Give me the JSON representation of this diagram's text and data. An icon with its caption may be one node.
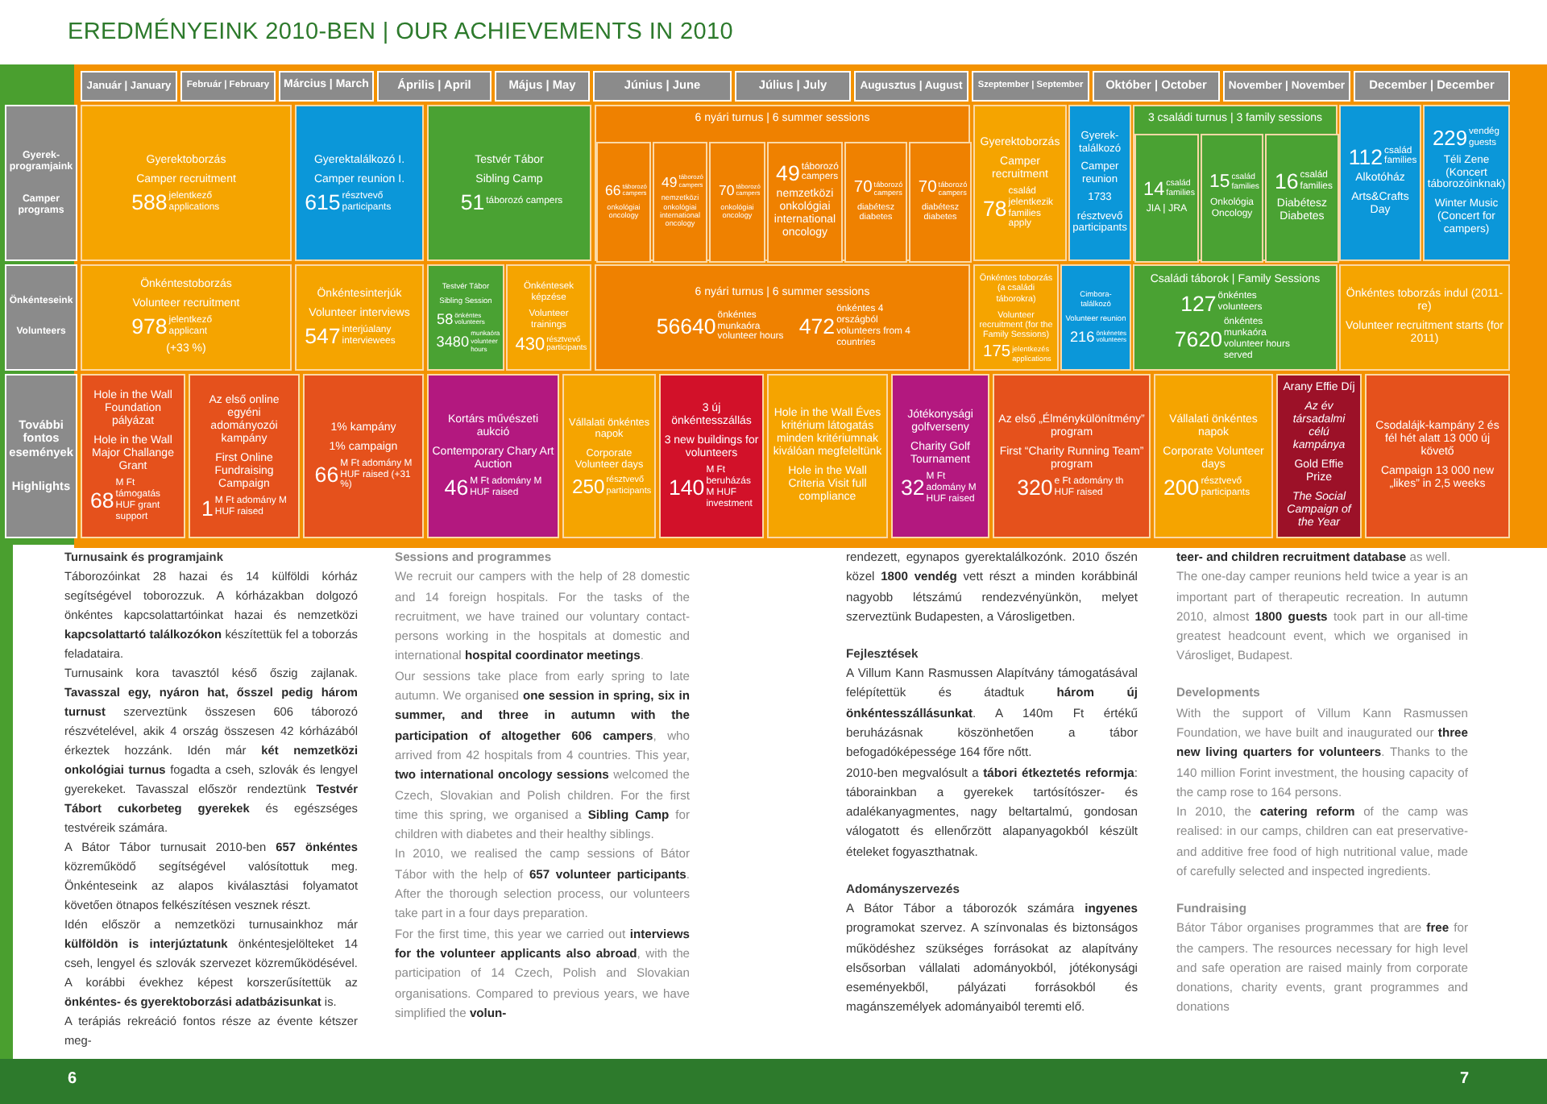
{
  "diagram": {
    "title": "EREDMÉNYEINK 2010-BEN | OUR ACHIEVEMENTS IN 2010",
    "nodes": [
      {
        "text": [
          "Január | January"
        ]
      },
      {
        "text": [
          "Február | February"
        ]
      },
      {
        "text": [
          "Március | March"
        ]
      },
      {
        "text": [
          "Április | April"
        ]
      },
      {
        "text": [
          "Május | May"
        ]
      },
      {
        "text": [
          "Június | June"
        ]
      },
      {
        "text": [
          "Július | July"
        ]
      },
      {
        "text": [
          "Augusztus | August"
        ]
      },
      {
        "text": [
          "Szeptember | September"
        ]
      },
      {
        "text": [
          "Október | October"
        ]
      },
      {
        "text": [
          "November | November"
        ]
      },
      {
        "text": [
          "December | December"
        ]
      },
      {
        "text": [
          "Gyerek-programjaink",
          "Camper programs"
        ]
      },
      {
        "text": [
          "Gyerektoborzás",
          "Camper recruitment",
          "588",
          "jelentkező applications"
        ]
      },
      {
        "text": [
          "Gyerektalálkozó I.",
          "Camper reunion I.",
          "615",
          "résztvevő participants"
        ]
      },
      {
        "text": [
          "Testvér Tábor",
          "Sibling Camp",
          "51",
          "táborozó campers"
        ]
      },
      {
        "text": [
          "6 nyári turnus | 6 summer sessions"
        ]
      },
      {
        "text": [
          "66",
          "táborozó campers",
          "onkológiai oncology"
        ],
        "in": 16
      },
      {
        "text": [
          "49",
          "táborozó campers",
          "nemzetközi onkológiai international oncology"
        ],
        "in": 16
      },
      {
        "text": [
          "70",
          "táborozó campers",
          "onkológiai oncology"
        ],
        "in": 16
      },
      {
        "text": [
          "49",
          "táborozó campers",
          "nemzetközi onkológiai international oncology"
        ],
        "in": 16
      },
      {
        "text": [
          "70",
          "táborozó campers",
          "diabétesz diabetes"
        ],
        "in": 16
      },
      {
        "text": [
          "70",
          "táborozó campers",
          "diabétesz diabetes"
        ],
        "in": 16
      },
      {
        "text": [
          "Gyerektoborzás",
          "Camper recruitment",
          "78",
          "család jelentkezik families apply"
        ]
      },
      {
        "text": [
          "Gyerek-találkozó",
          "Camper reunion",
          "1733",
          "résztvevő participants"
        ]
      },
      {
        "text": [
          "3 családi turnus | 3 family sessions"
        ]
      },
      {
        "text": [
          "14",
          "család families",
          "JIA | JRA"
        ],
        "in": 25
      },
      {
        "text": [
          "15",
          "család families",
          "Onkológia Oncology"
        ],
        "in": 25
      },
      {
        "text": [
          "16",
          "család families",
          "Diabétesz Diabetes"
        ],
        "in": 25
      },
      {
        "text": [
          "112",
          "család families",
          "Alkotóház",
          "Arts&Crafts Day"
        ]
      },
      {
        "text": [
          "229",
          "vendég guests",
          "Téli Zene (Koncert táborozóinknak)",
          "Winter Music (Concert for campers)"
        ]
      },
      {
        "text": [
          "Önkénteseink",
          "Volunteers"
        ]
      },
      {
        "text": [
          "Önkéntestoborzás",
          "Volunteer recruitment",
          "978",
          "jelentkező applicant",
          "(+33 %)"
        ]
      },
      {
        "text": [
          "Önkéntesinterjúk",
          "Volunteer interviews",
          "547",
          "interjúalany interviewees"
        ]
      },
      {
        "text": [
          "Testvér Tábor",
          "Sibling Session",
          "58",
          "önkéntes volunteers",
          "3480",
          "munkaóra volunteer hours"
        ]
      },
      {
        "text": [
          "Önkéntesek képzése",
          "Volunteer trainings",
          "430",
          "résztvevő participants"
        ]
      },
      {
        "text": [
          "6 nyári turnus | 6 summer sessions",
          "56640",
          "önkéntes munkaóra volunteer hours",
          "472",
          "önkéntes 4 országból volunteers from 4 countries"
        ]
      },
      {
        "text": [
          "Önkéntes toborzás (a családi táborokra)",
          "Volunteer recruitment (for the Family Sessions)",
          "175",
          "jelentkezés applications"
        ]
      },
      {
        "text": [
          "Cimbora-találkozó",
          "Volunteer reunion",
          "216",
          "önkénetes volunteers"
        ]
      },
      {
        "text": [
          "Családi táborok | Family Sessions",
          "127",
          "önkéntes volunteers",
          "7620",
          "önkéntes munkaóra volunteer hours served"
        ]
      },
      {
        "text": [
          "Önkéntes toborzás indul (2011-re)",
          "Volunteer recruitment starts (for 2011)"
        ]
      },
      {
        "text": [
          "További fontos események",
          "Highlights"
        ]
      },
      {
        "text": [
          "Hole in the Wall Foundation pályázat",
          "Hole in the Wall Major Challange Grant",
          "68",
          "M Ft támogatás HUF grant support"
        ]
      },
      {
        "text": [
          "Az első online egyéni adományozói kampány",
          "First Online Fundraising Campaign",
          "1",
          "M Ft adomány M HUF raised"
        ]
      },
      {
        "text": [
          "1% kampány",
          "1% campaign",
          "66",
          "M Ft adomány M HUF raised (+31 %)"
        ]
      },
      {
        "text": [
          "Kortárs művészeti aukció",
          "Contemporary Chary Art Auction",
          "46",
          "M Ft adomány M HUF raised"
        ]
      },
      {
        "text": [
          "Vállalati önkéntes napok",
          "Corporate Volunteer days",
          "250",
          "résztvevő participants"
        ]
      },
      {
        "text": [
          "3 új önkéntesszállás",
          "3 new buildings for volunteers",
          "140",
          "M Ft beruházás M HUF investment"
        ]
      },
      {
        "text": [
          "Hole in the Wall Éves kritérium látogatás minden kritériumnak kiválóan megfeleltünk",
          "Hole in the Wall Criteria Visit full compliance"
        ]
      },
      {
        "text": [
          "Jótékonysági golfverseny",
          "Charity Golf Tournament",
          "32",
          "M Ft adomány M HUF raised"
        ]
      },
      {
        "text": [
          "Az első „Élménykülönítmény” program",
          "First “Charity Running Team” program",
          "320",
          "e Ft adomány th HUF raised"
        ]
      },
      {
        "text": [
          "Vállalati önkéntes napok",
          "Corporate Volunteer days",
          "200",
          "résztvevő participants"
        ]
      },
      {
        "text": [
          "Arany Effie Díj",
          "Az év társadalmi célú kampánya",
          "Gold Effie Prize",
          "The Social Campaign of the Year"
        ]
      },
      {
        "text": [
          "Csodalájk-kampány 2 és fél hét alatt 13 000 új követő",
          "Campaign 13 000 new „likes” in 2,5 weeks"
        ]
      }
    ],
    "labels": [
      "Turnusaink és programjaink",
      "Táborozóinkat 28 hazai és 14 külföldi kórház segítségével toborozzuk. A kórházakban dolgozó önkéntes kapcsolattartóinkat hazai és nemzetközi **kapcsolattartó találkozókon** készítettük fel a toborzás feladataira.",
      "Turnusaink kora tavasztól késő őszig zajlanak. **Tavasszal egy, nyáron hat, ősszel pedig három turnust** szerveztünk összesen 606 táborozó részvételével, akik 4 ország összesen 42 kórházából érkeztek hozzánk. Idén már **két nemzetközi onkológiai turnus** fogadta a cseh, szlovák és lengyel gyerekeket. Tavasszal először rendeztünk **Testvér Tábort cukorbeteg gyerekek** és egészséges testvéreik számára.",
      "A Bátor Tábor turnusait 2010-ben **657 önkéntes** közreműködő segítségével valósítottuk meg. Önkénteseink az alapos kiválasztási folyamatot követően ötnapos felkészítésen vesznek részt.",
      "Idén először a nemzetközi turnusainkhoz már **külföldön is interjúztatunk** önkéntesjelölteket 14 cseh, lengyel és szlovák szervezet közreműködésével. A korábbi évekhez képest korszerűsítettük az **önkéntes- és gyerektoborzási adatbázisunkat** is.",
      "A terápiás rekreáció fontos része az évente kétszer meg-",
      "Sessions and programmes",
      "We recruit our campers with the help of 28 domestic and 14 foreign hospitals. For the tasks of the recruitment, we have trained our voluntary contact-persons working in the hospitals at domestic and international **hospital coordinator meetings**.",
      "Our sessions take place from early spring to late autumn. We organised **one session in spring, six in summer, and three in autumn with the participation of altogether 606 campers**, who arrived from 42 hospitals from 4 countries. This year, **two international oncology sessions** welcomed the Czech, Slovakian and Polish children. For the first time this spring, we organised a **Sibling Camp** for children with diabetes and their healthy siblings.",
      "In 2010, we realised the camp sessions of Bátor Tábor with the help of **657 volunteer participants**. After the thorough selection process, our volunteers take part in a four days preparation.",
      "For the first time, this year we carried out **interviews for the volunteer applicants also abroad**, with the participation of 14 Czech, Polish and Slovakian organisations. Compared to previous years, we have simplified the **volun-**",
      "rendezett, egynapos gyerektalálkozónk. 2010 őszén közel **1800 vendég** vett részt a minden korábbinál nagyobb létszámú rendezvényünkön, melyet szerveztünk Budapesten, a Városligetben.",
      "Fejlesztések",
      "A Villum Kann Rasmussen Alapítvány támogatásával felépítettük és átadtuk **három új önkéntesszállásunkat**. A 140m Ft értékű beruházásnak köszönhetően a tábor befogadóképessége 164 főre nőtt.",
      "2010-ben megvalósult a **tábori étkeztetés reformja**: táborainkban a gyerekek tartósítószer- és adalékanyagmentes, nagy beltartalmú, gondosan válogatott és ellenőrzött alapanyagokból készült ételeket fogyaszthatnak.",
      "Adományszervezés",
      "A Bátor Tábor a táborozók számára **ingyenes** programokat szervez. A színvonalas és biztonságos működéshez szükséges forrásokat az alapítvány elsősorban vállalati adományokból, jótékonysági eseményekből, pályázati forrásokból és magánszemélyek adományaiból teremti elő.",
      "**teer- and children recruitment database** as well.",
      "The one-day camper reunions held twice a year is an important part of therapeutic recreation. In autumn 2010, almost **1800 guests** took part in our all-time greatest headcount event, which we organised in Városliget, Budapest.",
      "Developments",
      "With the support of Villum Kann Rasmussen Foundation, we have built and inaugurated our **three new living quarters for volunteers**. Thanks to the 140 million Forint investment, the housing capacity of the camp rose to 164 persons.",
      "In 2010, the **catering reform** of the camp was realised: in our camps, children can eat preservative- and additive free food of high nutritional value, made of carefully selected and inspected ingredients.",
      "Fundraising",
      "Bátor Tábor organises programmes that are **free** for the campers. The resources necessary for high level and safe operation are raised mainly from corporate donations, charity events, grant programmes and donations",
      "6",
      "7"
    ]
  }
}
